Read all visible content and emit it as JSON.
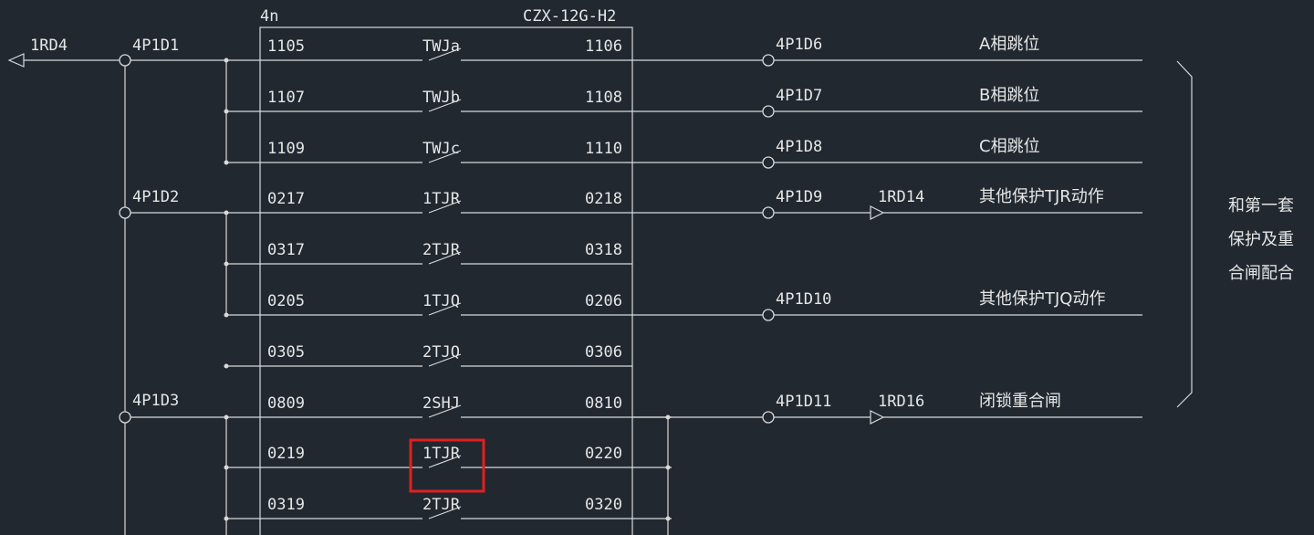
{
  "module": {
    "name": "4n",
    "model": "CZX-12G-H2"
  },
  "left_source": "1RD4",
  "left_terminals": [
    "4P1D1",
    "4P1D2",
    "4P1D3"
  ],
  "rows": [
    {
      "left": "1105",
      "contact": "TWJa",
      "right": "1106",
      "terminal": "4P1D6",
      "fuse": "",
      "desc": "A相跳位"
    },
    {
      "left": "1107",
      "contact": "TWJb",
      "right": "1108",
      "terminal": "4P1D7",
      "fuse": "",
      "desc": "B相跳位"
    },
    {
      "left": "1109",
      "contact": "TWJc",
      "right": "1110",
      "terminal": "4P1D8",
      "fuse": "",
      "desc": "C相跳位"
    },
    {
      "left": "0217",
      "contact": "1TJR",
      "right": "0218",
      "terminal": "4P1D9",
      "fuse": "1RD14",
      "desc": "其他保护TJR动作"
    },
    {
      "left": "0317",
      "contact": "2TJR",
      "right": "0318",
      "terminal": "",
      "fuse": "",
      "desc": ""
    },
    {
      "left": "0205",
      "contact": "1TJQ",
      "right": "0206",
      "terminal": "4P1D10",
      "fuse": "",
      "desc": "其他保护TJQ动作"
    },
    {
      "left": "0305",
      "contact": "2TJQ",
      "right": "0306",
      "terminal": "",
      "fuse": "",
      "desc": ""
    },
    {
      "left": "0809",
      "contact": "2SHJ",
      "right": "0810",
      "terminal": "4P1D11",
      "fuse": "1RD16",
      "desc": "闭锁重合闸"
    },
    {
      "left": "0219",
      "contact": "1TJR",
      "right": "0220",
      "terminal": "",
      "fuse": "",
      "desc": ""
    },
    {
      "left": "0319",
      "contact": "2TJR",
      "right": "0320",
      "terminal": "",
      "fuse": "",
      "desc": ""
    }
  ],
  "side_note": [
    "和第一套",
    "保护及重",
    "合闸配合"
  ],
  "highlight_row": 8
}
